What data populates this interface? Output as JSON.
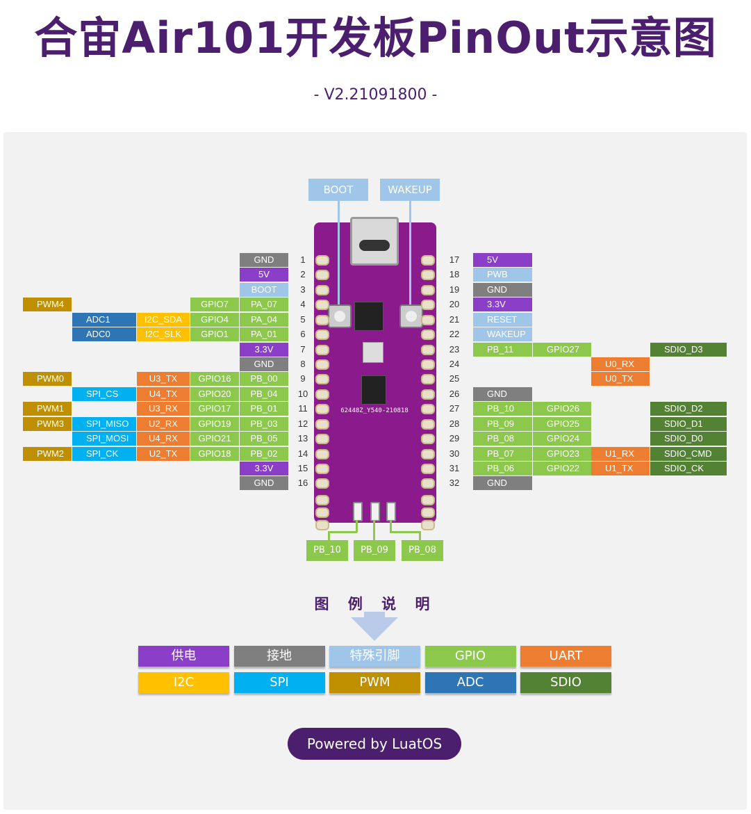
{
  "title": "合宙Air101开发板PinOut示意图",
  "version": "- V2.21091800 -",
  "colors": {
    "power": "#8b3fc9",
    "gnd": "#7f7f7f",
    "special": "#9fc5e8",
    "gpio": "#8cc84b",
    "uart": "#ed7d31",
    "i2c": "#ffc000",
    "spi": "#00b0f0",
    "pwm": "#bf8f00",
    "adc": "#2e75b6",
    "sdio": "#548235",
    "title": "#4b1e6e"
  },
  "top_labels": {
    "boot": "BOOT",
    "wakeup": "WAKEUP"
  },
  "bottom_labels": [
    "PB_10",
    "PB_09",
    "PB_08"
  ],
  "board_text": {
    "silk": "62448Z_Y540-210818"
  },
  "left_pins": [
    {
      "num": "1",
      "labels": [
        {
          "text": "GND",
          "type": "gnd",
          "col": 4
        }
      ]
    },
    {
      "num": "2",
      "labels": [
        {
          "text": "5V",
          "type": "power",
          "col": 4
        }
      ]
    },
    {
      "num": "3",
      "labels": [
        {
          "text": "BOOT",
          "type": "special",
          "col": 4
        }
      ]
    },
    {
      "num": "4",
      "labels": [
        {
          "text": "PWM4",
          "type": "pwm",
          "col": 0
        },
        {
          "text": "GPIO7",
          "type": "gpio",
          "col": 3
        },
        {
          "text": "PA_07",
          "type": "gpio",
          "col": 4
        }
      ]
    },
    {
      "num": "5",
      "labels": [
        {
          "text": "ADC1",
          "type": "adc",
          "col": 1
        },
        {
          "text": "I2C_SDA",
          "type": "i2c",
          "col": 2
        },
        {
          "text": "GPIO4",
          "type": "gpio",
          "col": 3
        },
        {
          "text": "PA_04",
          "type": "gpio",
          "col": 4
        }
      ]
    },
    {
      "num": "6",
      "labels": [
        {
          "text": "ADC0",
          "type": "adc",
          "col": 1
        },
        {
          "text": "I2C_SLK",
          "type": "i2c",
          "col": 2
        },
        {
          "text": "GPIO1",
          "type": "gpio",
          "col": 3
        },
        {
          "text": "PA_01",
          "type": "gpio",
          "col": 4
        }
      ]
    },
    {
      "num": "7",
      "labels": [
        {
          "text": "3.3V",
          "type": "power",
          "col": 4
        }
      ]
    },
    {
      "num": "8",
      "labels": [
        {
          "text": "GND",
          "type": "gnd",
          "col": 4
        }
      ]
    },
    {
      "num": "9",
      "labels": [
        {
          "text": "PWM0",
          "type": "pwm",
          "col": 0
        },
        {
          "text": "U3_TX",
          "type": "uart",
          "col": 2
        },
        {
          "text": "GPIO16",
          "type": "gpio",
          "col": 3
        },
        {
          "text": "PB_00",
          "type": "gpio",
          "col": 4
        }
      ]
    },
    {
      "num": "10",
      "labels": [
        {
          "text": "SPI_CS",
          "type": "spi",
          "col": 1
        },
        {
          "text": "U4_TX",
          "type": "uart",
          "col": 2
        },
        {
          "text": "GPIO20",
          "type": "gpio",
          "col": 3
        },
        {
          "text": "PB_04",
          "type": "gpio",
          "col": 4
        }
      ]
    },
    {
      "num": "11",
      "labels": [
        {
          "text": "PWM1",
          "type": "pwm",
          "col": 0
        },
        {
          "text": "U3_RX",
          "type": "uart",
          "col": 2
        },
        {
          "text": "GPIO17",
          "type": "gpio",
          "col": 3
        },
        {
          "text": "PB_01",
          "type": "gpio",
          "col": 4
        }
      ]
    },
    {
      "num": "12",
      "labels": [
        {
          "text": "PWM3",
          "type": "pwm",
          "col": 0
        },
        {
          "text": "SPI_MISO",
          "type": "spi",
          "col": 1
        },
        {
          "text": "U2_RX",
          "type": "uart",
          "col": 2
        },
        {
          "text": "GPIO19",
          "type": "gpio",
          "col": 3
        },
        {
          "text": "PB_03",
          "type": "gpio",
          "col": 4
        }
      ]
    },
    {
      "num": "13",
      "labels": [
        {
          "text": "SPI_MOSI",
          "type": "spi",
          "col": 1
        },
        {
          "text": "U4_RX",
          "type": "uart",
          "col": 2
        },
        {
          "text": "GPIO21",
          "type": "gpio",
          "col": 3
        },
        {
          "text": "PB_05",
          "type": "gpio",
          "col": 4
        }
      ]
    },
    {
      "num": "14",
      "labels": [
        {
          "text": "PWM2",
          "type": "pwm",
          "col": 0
        },
        {
          "text": "SPI_CK",
          "type": "spi",
          "col": 1
        },
        {
          "text": "U2_TX",
          "type": "uart",
          "col": 2
        },
        {
          "text": "GPIO18",
          "type": "gpio",
          "col": 3
        },
        {
          "text": "PB_02",
          "type": "gpio",
          "col": 4
        }
      ]
    },
    {
      "num": "15",
      "labels": [
        {
          "text": "3.3V",
          "type": "power",
          "col": 4
        }
      ]
    },
    {
      "num": "16",
      "labels": [
        {
          "text": "GND",
          "type": "gnd",
          "col": 4
        }
      ]
    }
  ],
  "right_pins": [
    {
      "num": "17",
      "labels": [
        {
          "text": "5V",
          "type": "power",
          "col": 0
        }
      ]
    },
    {
      "num": "18",
      "labels": [
        {
          "text": "PWB",
          "type": "special",
          "col": 0
        }
      ]
    },
    {
      "num": "19",
      "labels": [
        {
          "text": "GND",
          "type": "gnd",
          "col": 0
        }
      ]
    },
    {
      "num": "20",
      "labels": [
        {
          "text": "3.3V",
          "type": "power",
          "col": 0
        }
      ]
    },
    {
      "num": "21",
      "labels": [
        {
          "text": "RESET",
          "type": "special",
          "col": 0
        }
      ]
    },
    {
      "num": "22",
      "labels": [
        {
          "text": "WAKEUP",
          "type": "special",
          "col": 0
        }
      ]
    },
    {
      "num": "23",
      "labels": [
        {
          "text": "PB_11",
          "type": "gpio",
          "col": 0
        },
        {
          "text": "GPIO27",
          "type": "gpio",
          "col": 1
        },
        {
          "text": "SDIO_D3",
          "type": "sdio",
          "col": 3
        }
      ]
    },
    {
      "num": "24",
      "labels": [
        {
          "text": "U0_RX",
          "type": "uart",
          "col": 2
        }
      ]
    },
    {
      "num": "25",
      "labels": [
        {
          "text": "U0_TX",
          "type": "uart",
          "col": 2
        }
      ]
    },
    {
      "num": "26",
      "labels": [
        {
          "text": "GND",
          "type": "gnd",
          "col": 0
        }
      ]
    },
    {
      "num": "27",
      "labels": [
        {
          "text": "PB_10",
          "type": "gpio",
          "col": 0
        },
        {
          "text": "GPIO26",
          "type": "gpio",
          "col": 1
        },
        {
          "text": "SDIO_D2",
          "type": "sdio",
          "col": 3
        }
      ]
    },
    {
      "num": "28",
      "labels": [
        {
          "text": "PB_09",
          "type": "gpio",
          "col": 0
        },
        {
          "text": "GPIO25",
          "type": "gpio",
          "col": 1
        },
        {
          "text": "SDIO_D1",
          "type": "sdio",
          "col": 3
        }
      ]
    },
    {
      "num": "29",
      "labels": [
        {
          "text": "PB_08",
          "type": "gpio",
          "col": 0
        },
        {
          "text": "GPIO24",
          "type": "gpio",
          "col": 1
        },
        {
          "text": "SDIO_D0",
          "type": "sdio",
          "col": 3
        }
      ]
    },
    {
      "num": "30",
      "labels": [
        {
          "text": "PB_07",
          "type": "gpio",
          "col": 0
        },
        {
          "text": "GPIO23",
          "type": "gpio",
          "col": 1
        },
        {
          "text": "U1_RX",
          "type": "uart",
          "col": 2
        },
        {
          "text": "SDIO_CMD",
          "type": "sdio",
          "col": 3
        }
      ]
    },
    {
      "num": "31",
      "labels": [
        {
          "text": "PB_06",
          "type": "gpio",
          "col": 0
        },
        {
          "text": "GPIO22",
          "type": "gpio",
          "col": 1
        },
        {
          "text": "U1_TX",
          "type": "uart",
          "col": 2
        },
        {
          "text": "SDIO_CK",
          "type": "sdio",
          "col": 3
        }
      ]
    },
    {
      "num": "32",
      "labels": [
        {
          "text": "GND",
          "type": "gnd",
          "col": 0
        }
      ]
    }
  ],
  "legend": {
    "title": "图 例 说 明",
    "items": [
      {
        "text": "供电",
        "type": "power"
      },
      {
        "text": "接地",
        "type": "gnd"
      },
      {
        "text": "特殊引脚",
        "type": "special"
      },
      {
        "text": "GPIO",
        "type": "gpio"
      },
      {
        "text": "UART",
        "type": "uart"
      },
      {
        "text": "I2C",
        "type": "i2c"
      },
      {
        "text": "SPI",
        "type": "spi"
      },
      {
        "text": "PWM",
        "type": "pwm"
      },
      {
        "text": "ADC",
        "type": "adc"
      },
      {
        "text": "SDIO",
        "type": "sdio"
      }
    ]
  },
  "footer": {
    "powered": "Powered by LuatOS"
  }
}
